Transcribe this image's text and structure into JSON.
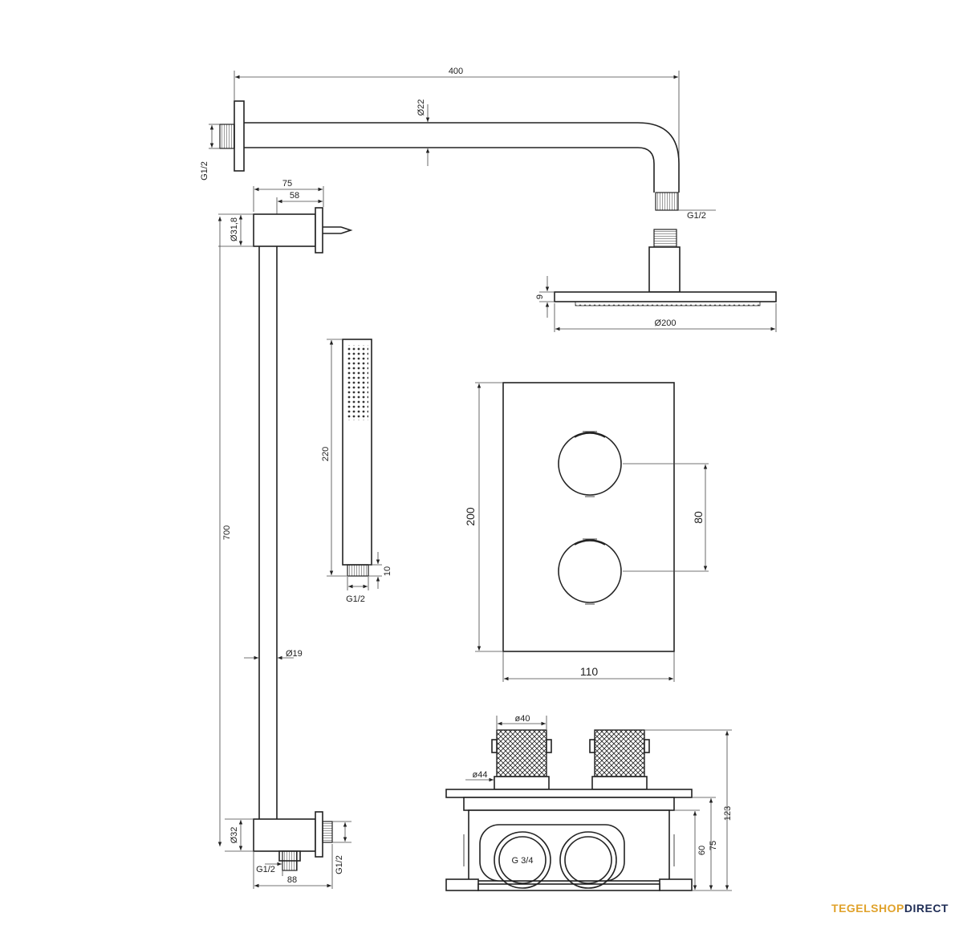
{
  "dimensions": {
    "arm_length": "400",
    "arm_diameter": "Ø22",
    "arm_wall_thread": "G1/2",
    "arm_end_thread": "G1/2",
    "head_thickness": "9",
    "head_diameter": "Ø200",
    "rail_bracket_depth": "75",
    "rail_bracket_inner": "58",
    "rail_top_diameter": "Ø31,8",
    "rail_length": "700",
    "rail_tube_diameter": "Ø19",
    "rail_bottom_diameter": "Ø32",
    "rail_outlet_thread": "G1/2",
    "rail_wall_thread": "G1/2",
    "rail_bottom_width": "88",
    "hand_shower_length": "220",
    "hand_shower_end": "10",
    "hand_shower_thread": "G1/2",
    "plate_height": "200",
    "plate_width": "110",
    "knob_spacing": "80",
    "knob_diameter": "ø40",
    "rosette_diameter": "ø44",
    "valve_connection": "G 3/4",
    "box_height_total": "123",
    "box_height_mid": "75",
    "box_height_inner": "60"
  },
  "logo": {
    "part1": "TEGELSHOP",
    "part2": "DIRECT",
    "accent_color": "#e0a22b",
    "brand_color": "#1f2d55"
  }
}
